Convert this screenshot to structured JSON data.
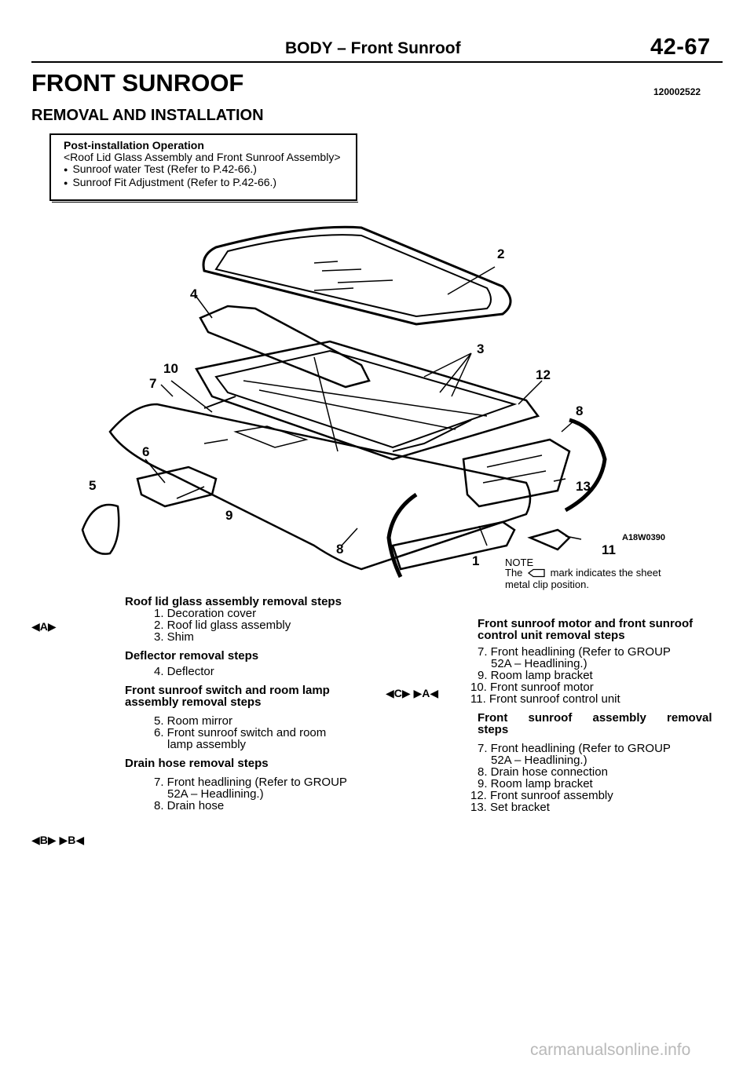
{
  "header": {
    "title": "BODY – Front Sunroof",
    "page_number": "42-67"
  },
  "section": {
    "title": "FRONT SUNROOF",
    "doc_code": "120002522",
    "subtitle": "REMOVAL AND INSTALLATION"
  },
  "post_install_box": {
    "title": "Post-installation Operation",
    "subtitle": "<Roof Lid Glass Assembly and Front Sunroof Assembly>",
    "items": [
      "Sunroof water Test (Refer to P.42-66.)",
      "Sunroof Fit Adjustment (Refer to P.42-66.)"
    ]
  },
  "diagram": {
    "callouts": [
      "2",
      "4",
      "3",
      "10",
      "7",
      "12",
      "8",
      "6",
      "5",
      "13",
      "9",
      "8",
      "11",
      "1"
    ],
    "code": "A18W0390",
    "note_label": "NOTE",
    "note_line1_pre": "The",
    "note_line1_post": "mark indicates the sheet",
    "note_line2": "metal clip position."
  },
  "left_column": {
    "g1_heading": "Roof lid glass assembly removal steps",
    "g1_items": [
      "1. Decoration cover",
      "2. Roof lid glass assembly",
      "3. Shim"
    ],
    "g2_heading": "Deflector removal steps",
    "g2_items": [
      "4. Deflector"
    ],
    "g3_heading_1": "Front sunroof switch and room lamp",
    "g3_heading_2": "assembly removal steps",
    "g3_items": [
      "5. Room mirror",
      "6. Front sunroof switch and room",
      "lamp assembly"
    ],
    "g4_heading": "Drain hose removal steps",
    "g4_items": [
      "7. Front headlining (Refer to GROUP",
      "52A – Headlining.)",
      "8. Drain hose"
    ]
  },
  "right_column": {
    "g1_heading_1": "Front sunroof motor and front sunroof",
    "g1_heading_2": "control unit removal steps",
    "g1_items": [
      "7. Front headlining (Refer to GROUP",
      "52A – Headlining.)",
      "9. Room lamp bracket",
      "10. Front sunroof motor",
      "11. Front sunroof control unit"
    ],
    "g2_heading_1": "Front sunroof assembly removal",
    "g2_heading_2": "steps",
    "g2_items": [
      "7. Front headlining (Refer to GROUP",
      "52A – Headlining.)",
      "8. Drain hose connection",
      "9. Room lamp bracket",
      "12. Front sunroof assembly",
      "13. Set bracket"
    ]
  },
  "marks": {
    "a_removal": "◀A▶",
    "c_pair": "◀C▶ ▶A◀",
    "b_pair": "◀B▶ ▶B◀"
  },
  "watermark": "carmanualsonline.info"
}
